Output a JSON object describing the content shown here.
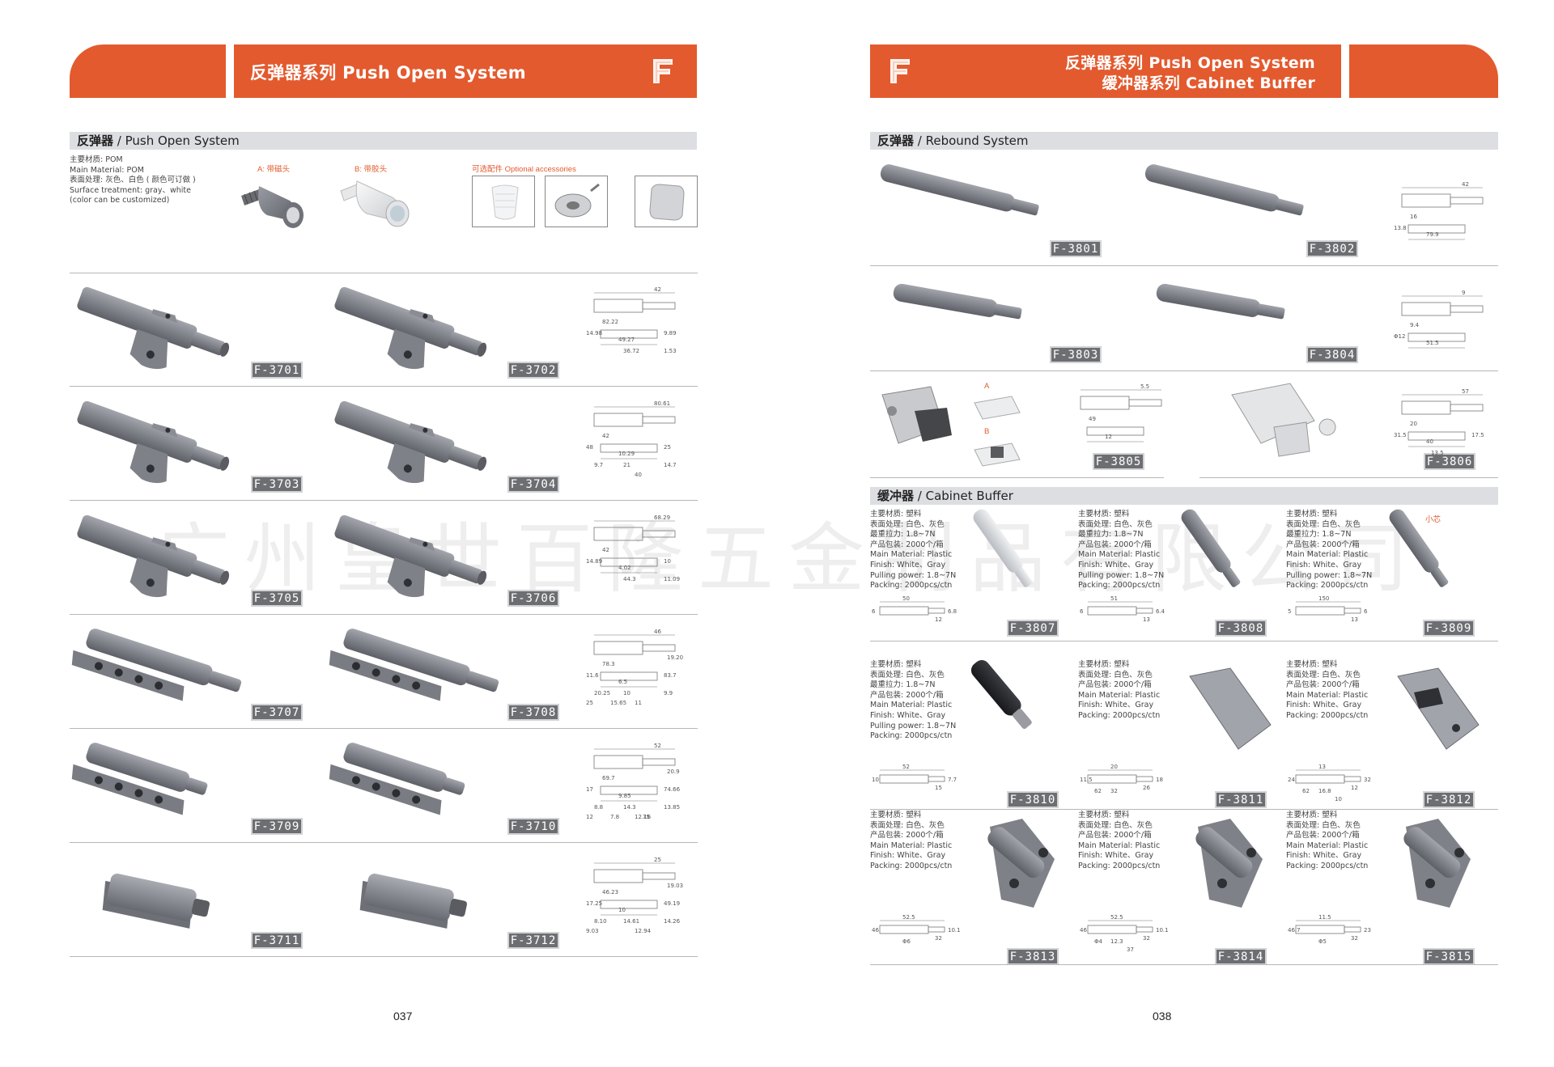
{
  "left": {
    "header_title": "反弹器系列 Push Open System",
    "header_letter": "F",
    "section_bold": "反弹器",
    "section_rest": " / Push Open System",
    "spec": "主要材质: POM\nMain Material: POM\n表面处理: 灰色、白色 ( 颜色可订做 )\nSurface treatment: gray、white\n(color can be customized)",
    "variant_a": "A: 带磁头",
    "variant_b": "B: 带胶头",
    "accessories": "可选配件 Optional accessories",
    "products": [
      "F-3701",
      "F-3702",
      "F-3703",
      "F-3704",
      "F-3705",
      "F-3706",
      "F-3707",
      "F-3708",
      "F-3709",
      "F-3710",
      "F-3711",
      "F-3712"
    ],
    "dims": {
      "r1": [
        "42",
        "82.22",
        "49.27",
        "14.98",
        "9.89",
        "36.72",
        "1.53"
      ],
      "r2": [
        "80.61",
        "42",
        "10.29",
        "48",
        "25",
        "21",
        "14.7",
        "9.7",
        "40"
      ],
      "r3": [
        "68.29",
        "42",
        "4.02",
        "14.89",
        "10",
        "44.3",
        "11.09"
      ],
      "r4": [
        "46",
        "78.3",
        "6.5",
        "11.6",
        "83.7",
        "10",
        "9.9",
        "20.25",
        "11",
        "19.20",
        "25",
        "15.65"
      ],
      "r5": [
        "52",
        "69.7",
        "9.85",
        "17",
        "74.66",
        "14.3",
        "13.85",
        "8.8",
        "12.16",
        "20.9",
        "12",
        "7.8",
        "75"
      ],
      "r6": [
        "25",
        "46.23",
        "10",
        "17.25",
        "49.19",
        "14.61",
        "14.26",
        "8.10",
        "12.94",
        "19.03",
        "9.03"
      ]
    },
    "page": "037"
  },
  "right": {
    "header_line1": "反弹器系列 Push Open System",
    "header_line2": "缓冲器系列 Cabinet Buffer",
    "header_letter": "F",
    "sec1_bold": "反弹器",
    "sec1_rest": " / Rebound System",
    "sec2_bold": "缓冲器",
    "sec2_rest": " / Cabinet Buffer",
    "products_rebound": [
      "F-3801",
      "F-3802",
      "F-3803",
      "F-3804",
      "F-3805",
      "F-3806"
    ],
    "products_buffer": [
      "F-3807",
      "F-3808",
      "F-3809",
      "F-3810",
      "F-3811",
      "F-3812",
      "F-3813",
      "F-3814",
      "F-3815"
    ],
    "label_a": "A",
    "label_b": "B",
    "core_note": "小芯",
    "spec_pull": "主要材质: 塑料\n表面处理: 白色、灰色\n最重拉力: 1.8~7N\n产品包装: 2000个/箱\nMain Material: Plastic\nFinish: White、Gray\nPulling power: 1.8~7N\nPacking: 2000pcs/ctn",
    "spec_plain": "主要材质: 塑料\n表面处理: 白色、灰色\n产品包装: 2000个/箱\nMain Material: Plastic\nFinish: White、Gray\nPacking: 2000pcs/ctn",
    "dims": {
      "d3801": [
        "42",
        "16",
        "79.9",
        "13.8"
      ],
      "d3803": [
        "9",
        "9.4",
        "51.5",
        "Φ12"
      ],
      "d3805": [
        "5.5",
        "49",
        "12"
      ],
      "d3806": [
        "57",
        "20",
        "40",
        "31.5",
        "17.5",
        "13.5"
      ],
      "d3807": [
        "50",
        "6",
        "6.8",
        "12"
      ],
      "d3808": [
        "51",
        "6",
        "6.4",
        "13"
      ],
      "d3809": [
        "150",
        "5",
        "6",
        "13"
      ],
      "d3810": [
        "52",
        "10",
        "7.7",
        "15"
      ],
      "d3811": [
        "20",
        "11.5",
        "18",
        "26",
        "32",
        "62"
      ],
      "d3812": [
        "13",
        "24",
        "32",
        "12",
        "16.8",
        "62",
        "10"
      ],
      "d3813": [
        "52.5",
        "46",
        "10.1",
        "32",
        "Φ6"
      ],
      "d3814": [
        "52.5",
        "46",
        "10.1",
        "32",
        "12.3",
        "Φ4",
        "37"
      ],
      "d3815": [
        "11.5",
        "46.7",
        "23",
        "32",
        "Φ5"
      ]
    },
    "page": "038"
  },
  "watermark": "广州皇世百隆五金制品有限公司",
  "colors": {
    "accent": "#e35a2e",
    "label": "#6d6e72",
    "bar": "#dddee2",
    "part": "#8e9099"
  }
}
